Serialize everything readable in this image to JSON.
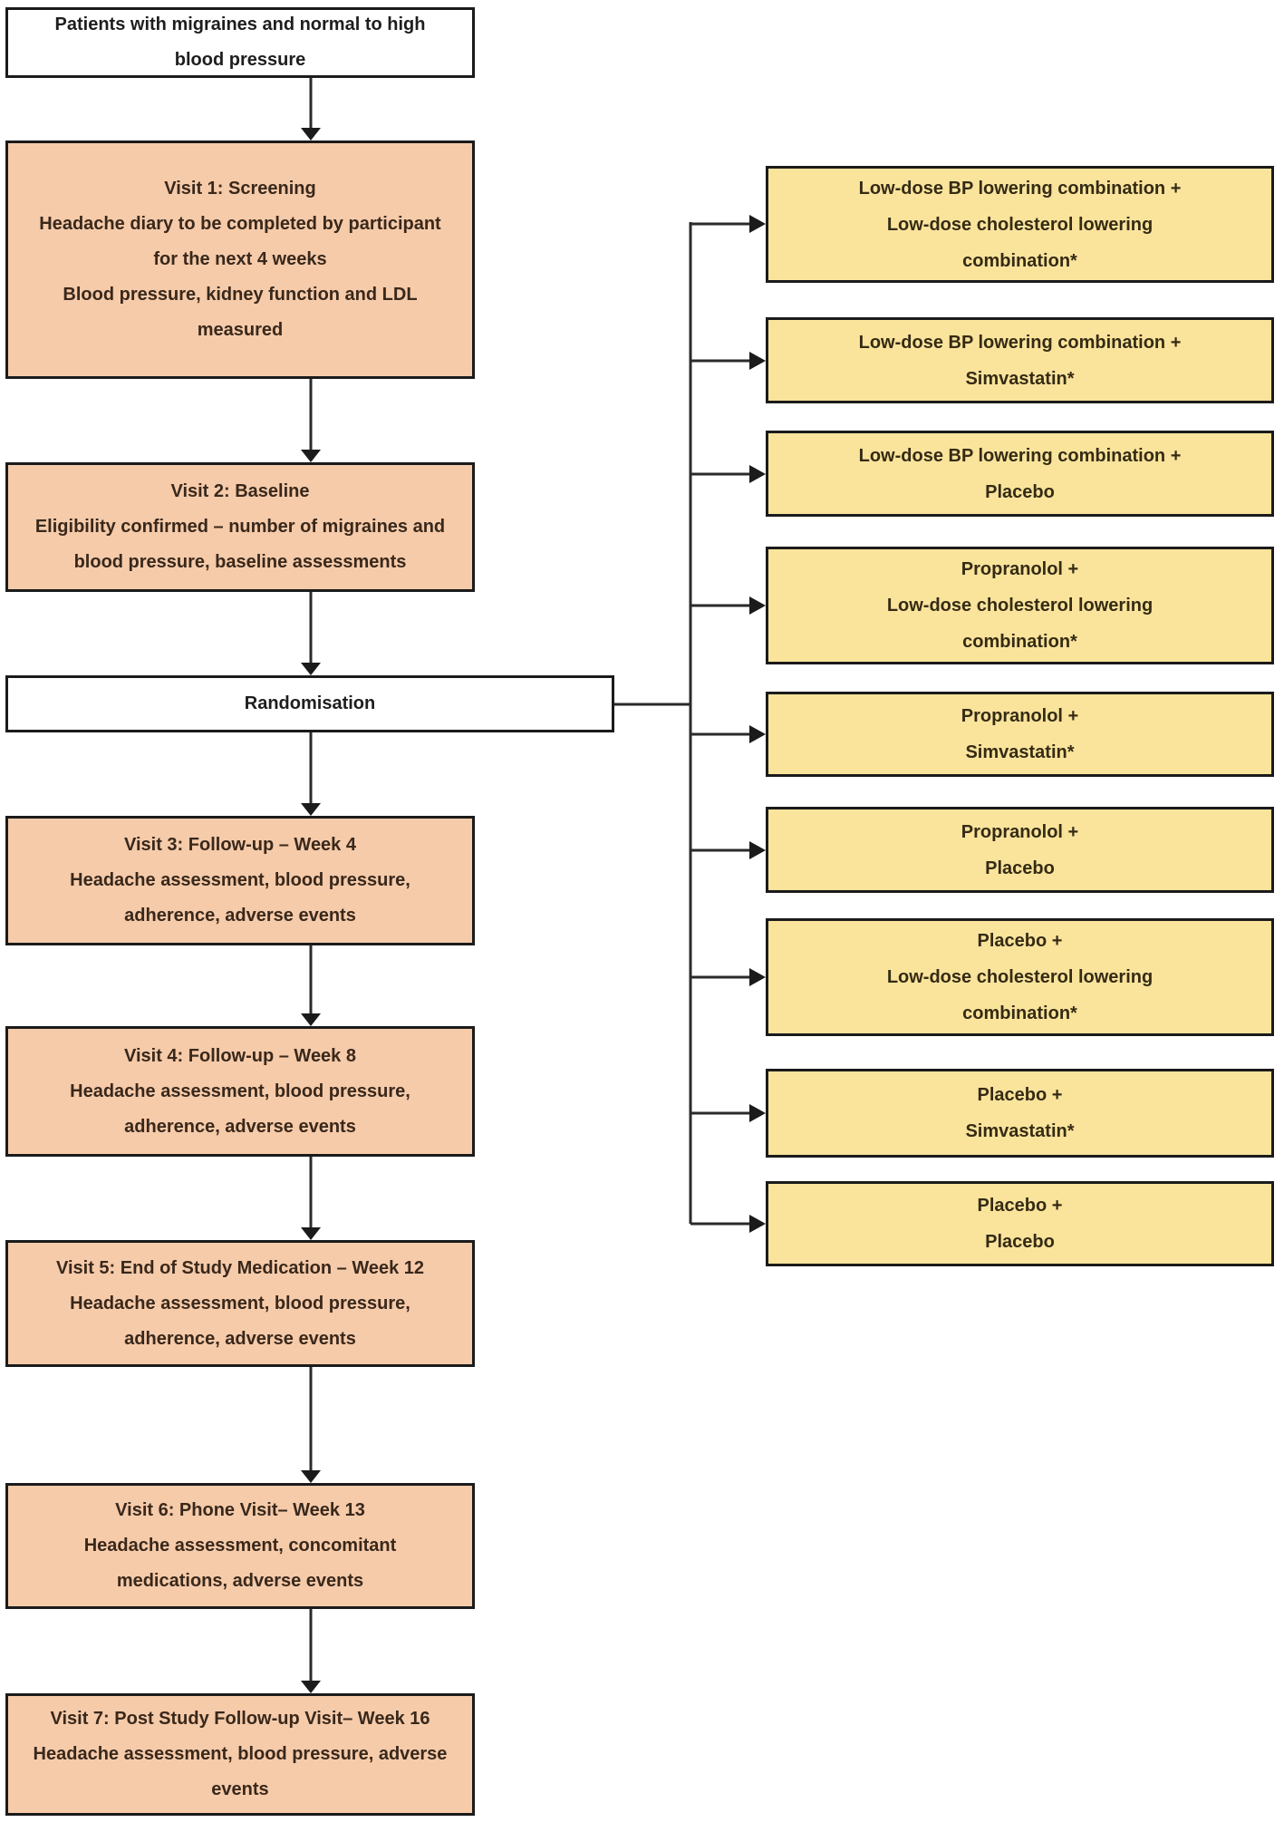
{
  "figure": {
    "type": "flowchart",
    "left_column": [
      {
        "id": "patients",
        "text": "Patients with migraines and normal to high\nblood pressure"
      },
      {
        "id": "visit1",
        "title": "Visit 1: Screening",
        "body": "Headache diary to be completed by participant\nfor the next 4 weeks\nBlood pressure, kidney function and LDL\nmeasured"
      },
      {
        "id": "visit2",
        "title": "Visit 2: Baseline",
        "body": "Eligibility confirmed – number of migraines and\nblood pressure, baseline assessments"
      },
      {
        "id": "randomisation",
        "text": "Randomisation"
      },
      {
        "id": "visit3",
        "title": "Visit 3: Follow-up – Week 4",
        "body": "Headache assessment, blood pressure,\nadherence, adverse events"
      },
      {
        "id": "visit4",
        "title": "Visit 4: Follow-up – Week 8",
        "body": "Headache assessment, blood pressure,\nadherence, adverse events"
      },
      {
        "id": "visit5",
        "title": "Visit 5: End of Study Medication – Week 12",
        "body": "Headache assessment, blood pressure,\nadherence, adverse events"
      },
      {
        "id": "visit6",
        "title": "Visit 6: Phone Visit– Week 13",
        "body": "Headache assessment, concomitant\nmedications, adverse events"
      },
      {
        "id": "visit7",
        "title": "Visit 7: Post Study Follow-up Visit– Week 16",
        "body": "Headache assessment, blood pressure, adverse\nevents"
      }
    ],
    "treatment_arms": [
      {
        "text": "Low-dose BP lowering combination +\nLow-dose cholesterol lowering\ncombination*"
      },
      {
        "text": "Low-dose BP lowering combination +\nSimvastatin*"
      },
      {
        "text": "Low-dose BP lowering combination +\nPlacebo"
      },
      {
        "text": "Propranolol +\nLow-dose cholesterol lowering\ncombination*"
      },
      {
        "text": "Propranolol +\nSimvastatin*"
      },
      {
        "text": "Propranolol +\nPlacebo"
      },
      {
        "text": "Placebo +\nLow-dose cholesterol lowering\ncombination*"
      },
      {
        "text": "Placebo +\nSimvastatin*"
      },
      {
        "text": "Placebo +\nPlacebo"
      }
    ],
    "colors": {
      "visit_box_fill": "#f6cbaa",
      "arm_box_fill": "#fae49c",
      "plain_box_fill": "#ffffff",
      "box_border": "#1b1b1b",
      "connector_line": "#2a2a2a"
    }
  }
}
